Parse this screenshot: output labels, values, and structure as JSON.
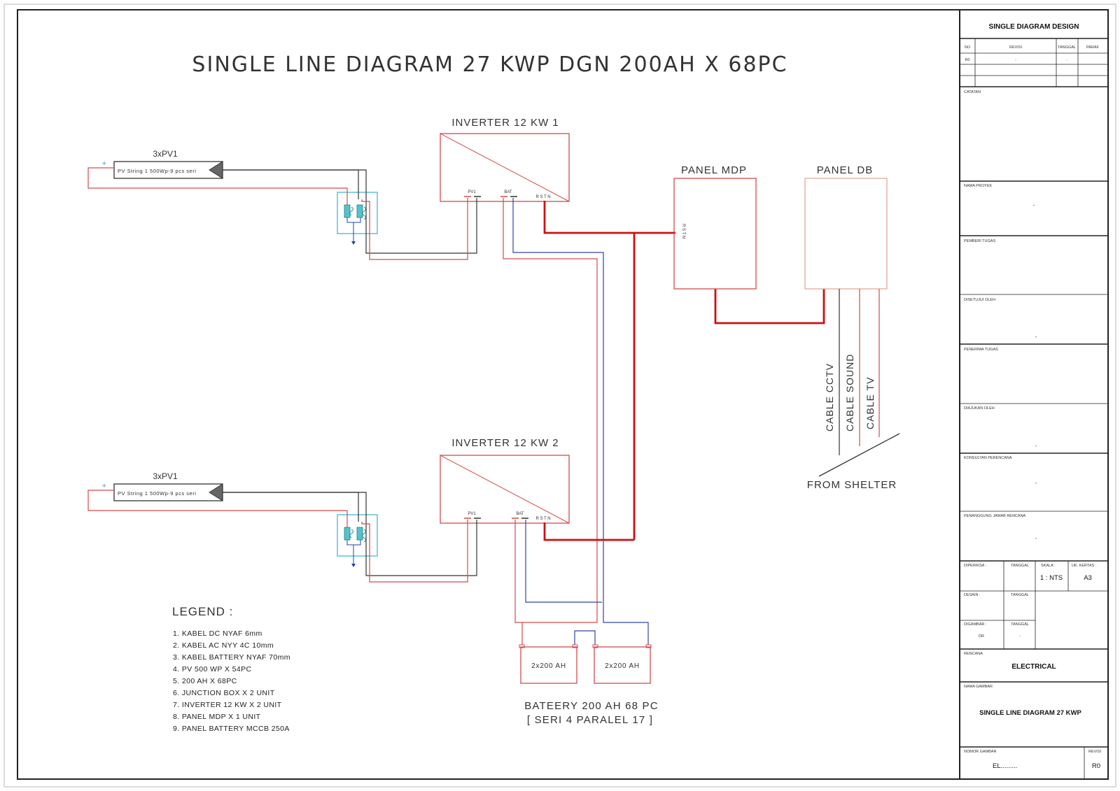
{
  "title": "SINGLE LINE DIAGRAM 27 KWP DGN 200AH X 68PC",
  "inverters": [
    {
      "label": "INVERTER 12 KW 1",
      "pv_term": "PV1",
      "bat_term": "BAT",
      "ac_term": "R S T N"
    },
    {
      "label": "INVERTER 12 KW 2",
      "pv_term": "PV1",
      "bat_term": "BAT",
      "ac_term": "R S T N"
    }
  ],
  "pv_strings": [
    {
      "label": "3xPV1",
      "text": "PV String 1 500Wp-9 pcs seri",
      "plus": "+"
    },
    {
      "label": "3xPV1",
      "text": "PV String 1 500Wp-9 pcs seri",
      "plus": "+"
    }
  ],
  "panel_mdp": {
    "label": "PANEL MDP",
    "terminals": "R S T N"
  },
  "panel_db": {
    "label": "PANEL DB"
  },
  "cables": [
    "CABLE CCTV",
    "CABLE SOUND",
    "CABLE TV"
  ],
  "from_shelter": "FROM SHELTER",
  "batteries": {
    "units": [
      "2x200 AH",
      "2x200 AH"
    ],
    "caption_line1": "BATEERY 200 AH 68 PC",
    "caption_line2": "[ SERI 4 PARALEL 17 ]"
  },
  "legend": {
    "title": "LEGEND :",
    "items": [
      "1. KABEL DC NYAF 6mm",
      "2. KABEL AC NYY 4C 10mm",
      "3. KABEL BATTERY NYAF 70mm",
      "4. PV 500 WP X 54PC",
      "5. 200 AH X 68PC",
      "6. JUNCTION BOX X 2 UNIT",
      "7. INVERTER 12 KW X 2 UNIT",
      "8. PANEL MDP X 1 UNIT",
      "9. PANEL BATTERY MCCB 250A"
    ]
  },
  "title_block": {
    "header": "SINGLE DIAGRAM DESIGN",
    "rev_headers": [
      "NO",
      "REVISI",
      "TANGGAL",
      "PARAF"
    ],
    "rev_row": [
      "R0",
      "-",
      "-",
      ""
    ],
    "catatan": "CATATAN",
    "nama_proyek": "NAMA PROYEK",
    "nama_proyek_value": "-",
    "pemberi_tugas": "PEMBERI TUGAS",
    "disetujui_oleh": "DISETUJUI OLEH",
    "disetujui_value": "-",
    "penerima_tugas": "PENERIMA TUGAS",
    "diajukan_oleh": "DIAJUKAN OLEH",
    "diajukan_value": "-",
    "konsultan": "KONSULTAN PERENCANA",
    "konsultan_value": "-",
    "penanggung": "PENANGGUNG JAWAB RENCANA",
    "penanggung_value": "-",
    "diperiksa": "DIPERIKSA :",
    "tanggal": "TANGGAL",
    "skala": "SKALA :",
    "skala_value": "1 : NTS",
    "uk_kertas": "UK. KERTAS :",
    "uk_kertas_value": "A3",
    "desain": "DESAIN :",
    "digambar": "DIGAMBAR :",
    "digambar_value": "DR",
    "tanggal_value": "-",
    "rencana": "RENCANA",
    "rencana_value": "ELECTRICAL",
    "nama_gambar": "NAMA GAMBAR",
    "nama_gambar_value": "SINGLE LINE DIAGRAM 27 KWP",
    "nomor_gambar": "NOMOR GAMBAR",
    "nomor_gambar_value": "EL.........",
    "revisi": "REVISI",
    "revisi_value": "R0"
  },
  "colors": {
    "frame": "#222222",
    "dc_positive": "#d44a4a",
    "dc_negative": "#333333",
    "ac_bus": "#cc1111",
    "battery_neg": "#3344aa",
    "junction_box": "#55bbd6",
    "db_panel": "#e3a99a"
  }
}
